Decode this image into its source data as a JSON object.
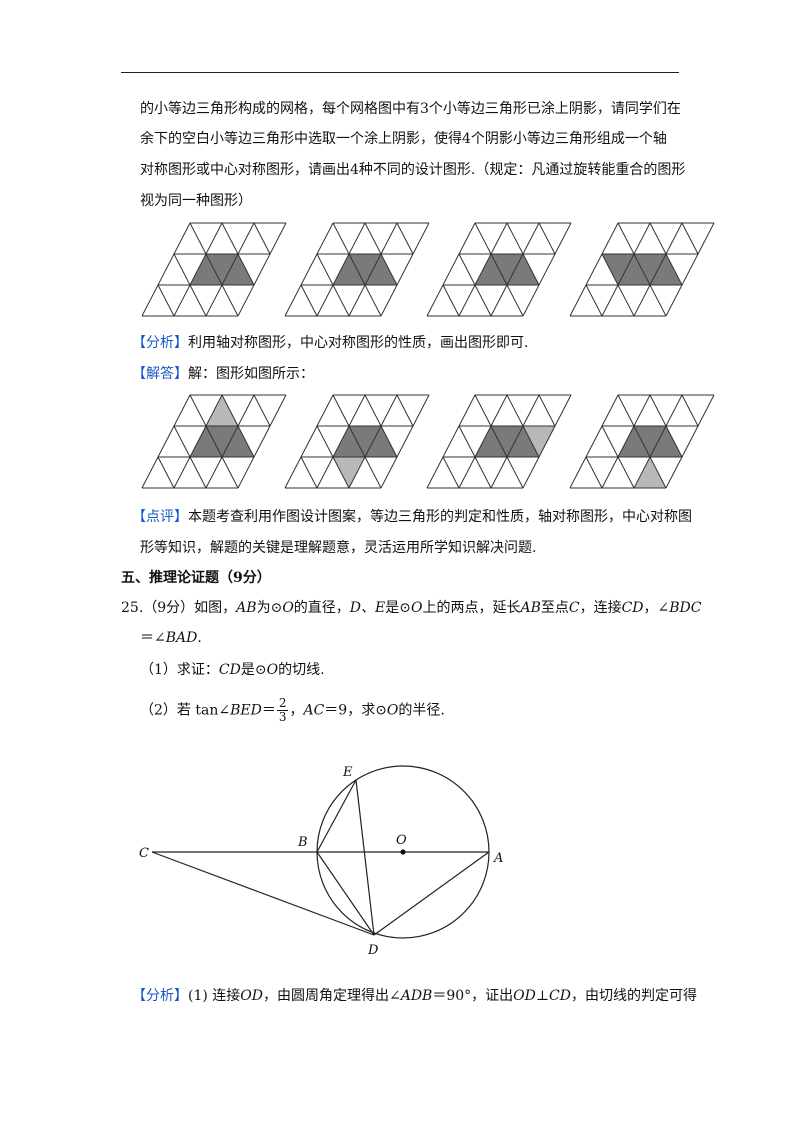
{
  "intro": {
    "line1": "的小等边三角形构成的网格，每个网格图中有3个小等边三角形已涂上阴影，请同学们在",
    "line2": "余下的空白小等边三角形中选取一个涂上阴影，使得4个阴影小等边三角形组成一个轴",
    "line3": "对称图形或中心对称图形，请画出4种不同的设计图形.（规定：凡通过旋转能重合的图形",
    "line4": "视为同一种图形）"
  },
  "analysis1": {
    "tag": "【分析】",
    "text": "利用轴对称图形，中心对称图形的性质，画出图形即可."
  },
  "answer1": {
    "tag": "【解答】",
    "text": "解：图形如图所示："
  },
  "comment": {
    "tag": "【点评】",
    "line1": "本题考查利用作图设计图案，等边三角形的判定和性质，轴对称图形，中心对称图",
    "line2": "形等知识，解题的关键是理解题意，灵活运用所学知识解决问题."
  },
  "section": {
    "title": "五、推理论证题（9分）"
  },
  "q25": {
    "line1_a": "25.（9分）如图，",
    "AB": "AB",
    "line1_b": "为⊙",
    "O": "O",
    "line1_c": "的直径，",
    "DE": "D、E",
    "line1_d": "是⊙",
    "line1_e": "上的两点，延长",
    "line1_f": "至点",
    "C": "C",
    "line1_g": "，连接",
    "CD": "CD",
    "line1_h": "，∠",
    "BDC": "BDC",
    "line2_a": "＝∠",
    "BAD": "BAD",
    "line2_b": ".",
    "p1_a": "（1）求证：",
    "p1_b": "是⊙",
    "p1_c": "的切线.",
    "p2_a": "（2）若 tan∠",
    "BED": "BED",
    "p2_b": "＝",
    "frac_num": "2",
    "frac_den": "3",
    "p2_c": "，",
    "AC": "AC",
    "p2_d": "＝9，求⊙",
    "p2_e": "的半径."
  },
  "figure": {
    "labels": {
      "E": "E",
      "B": "B",
      "O": "O",
      "C": "C",
      "A": "A",
      "D": "D"
    }
  },
  "analysis2": {
    "tag": "【分析】",
    "t1": "(1) 连接",
    "OD": "OD",
    "t2": "，由圆周角定理得出∠",
    "ADB": "ADB",
    "t3": "＝90°，证出",
    "OD2": "OD",
    "t4": "⊥",
    "CD": "CD",
    "t5": "，由切线的判定可得"
  },
  "colors": {
    "tag": "#1a57c8",
    "shade_dark": "#7a7a7a",
    "shade_light": "#b8b8b8",
    "grid": "#333333"
  }
}
